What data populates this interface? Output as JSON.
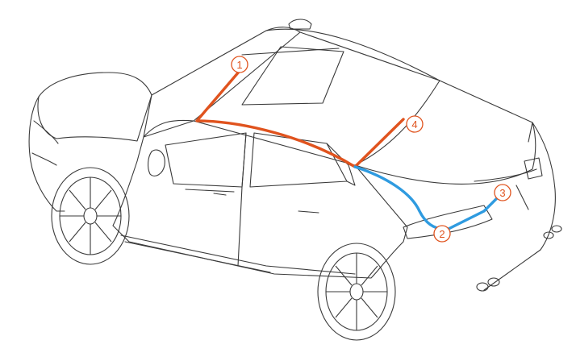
{
  "colors": {
    "outline": "#3a3a3a",
    "outline_light": "#7a7a7a",
    "route_orange": "#e0531e",
    "route_blue": "#2f9be0",
    "background": "#ffffff"
  },
  "callouts": [
    {
      "id": "1",
      "label": "1",
      "color": "#e0531e"
    },
    {
      "id": "2",
      "label": "2",
      "color": "#e0531e"
    },
    {
      "id": "3",
      "label": "3",
      "color": "#e0531e"
    },
    {
      "id": "4",
      "label": "4",
      "color": "#e0531e"
    }
  ],
  "routes": [
    {
      "id": "orange-route",
      "color": "#e0531e"
    },
    {
      "id": "blue-route",
      "color": "#2f9be0"
    }
  ]
}
